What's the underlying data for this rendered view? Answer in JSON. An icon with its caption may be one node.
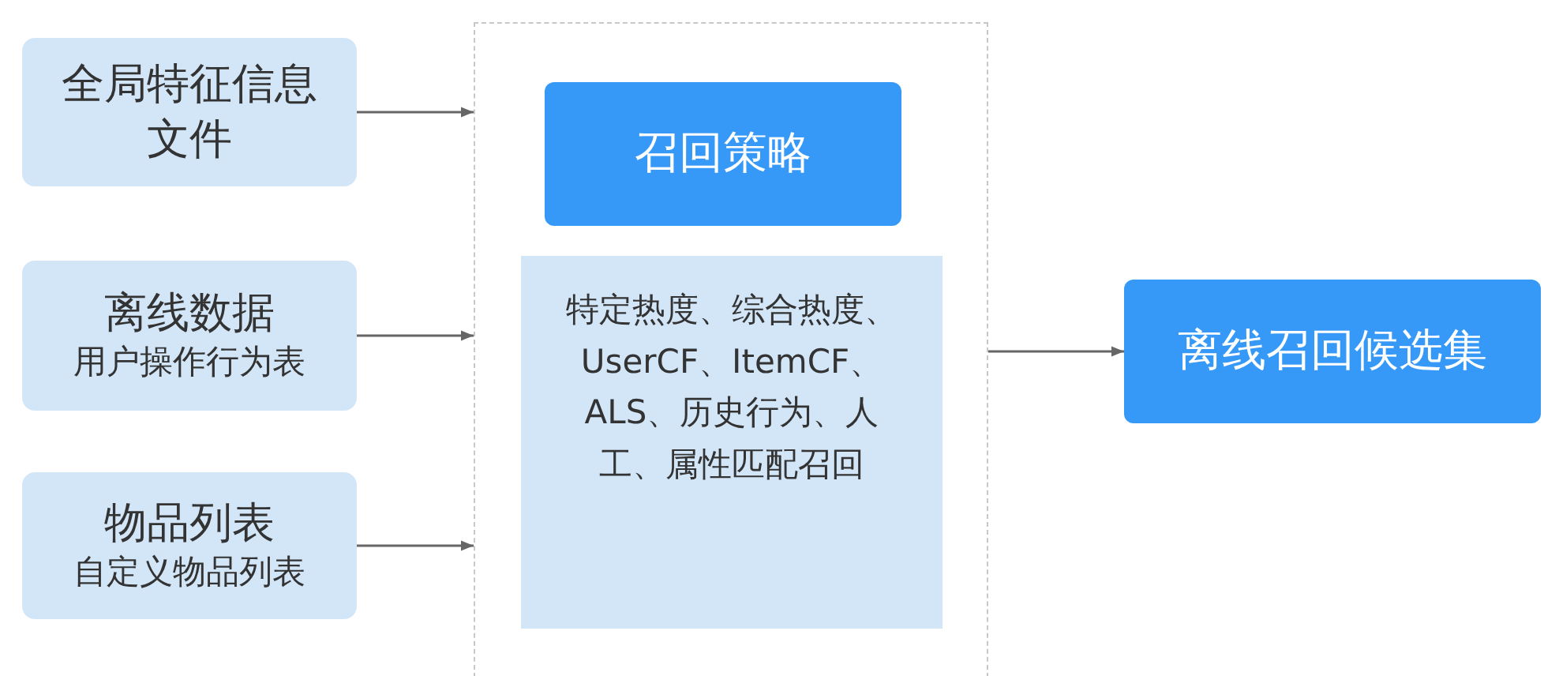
{
  "diagram": {
    "nodes": [
      {
        "text": [
          "全局特征信息文件"
        ]
      },
      {
        "text": [
          "离线数据",
          "用户操作行为表"
        ]
      },
      {
        "text": [
          "物品列表",
          "自定义物品列表"
        ]
      },
      {
        "text": [],
        "shape": "box"
      },
      {
        "text": [
          "召回策略"
        ],
        "in": 3
      },
      {
        "text": [
          "特定热度、综合热度、UserCF、ItemCF、ALS、历史行为、人工、属性匹配召回"
        ],
        "in": 3
      },
      {
        "text": [
          "离线召回候选集"
        ]
      }
    ],
    "edges": [
      {
        "from": 0,
        "to": 3,
        "arrow": "to"
      },
      {
        "from": 1,
        "to": 3,
        "arrow": "to"
      },
      {
        "from": 2,
        "to": 3,
        "arrow": "to"
      },
      {
        "from": 3,
        "to": 6,
        "arrow": "to"
      }
    ]
  }
}
